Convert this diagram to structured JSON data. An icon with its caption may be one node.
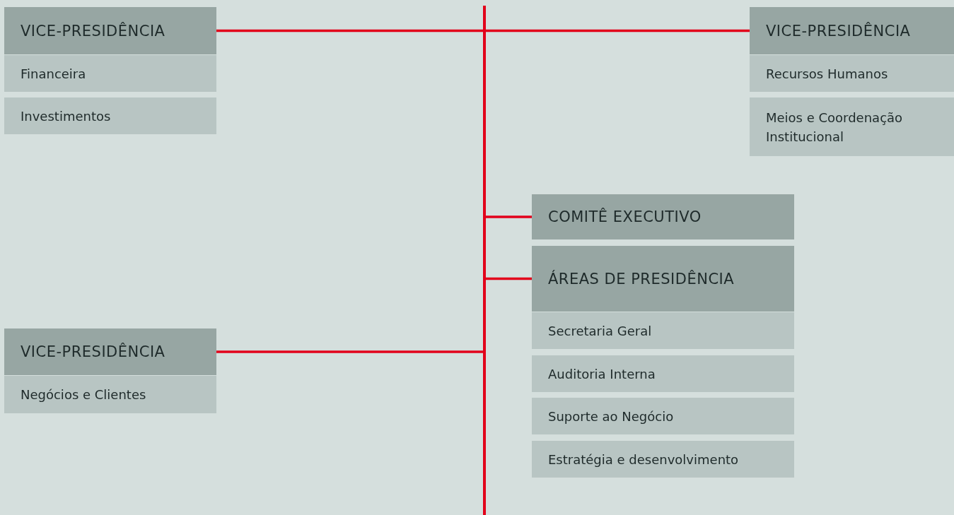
{
  "diagram": {
    "nodes": [
      {
        "text": [
          "VICE-PRESIDÊNCIA"
        ]
      },
      {
        "text": [
          "Financeira"
        ]
      },
      {
        "text": [
          "Investimentos"
        ]
      },
      {
        "text": [
          "VICE-PRESIDÊNCIA"
        ]
      },
      {
        "text": [
          "Recursos Humanos"
        ]
      },
      {
        "text": [
          "Meios e Coordenação Institucional"
        ]
      },
      {
        "text": [],
        "shape": "bar"
      },
      {
        "text": [
          "COMITÊ EXECUTIVO"
        ]
      },
      {
        "text": [
          "ÁREAS DE PRESIDÊNCIA"
        ]
      },
      {
        "text": [
          "Secretaria Geral"
        ]
      },
      {
        "text": [
          "Auditoria Interna"
        ]
      },
      {
        "text": [
          "Suporte ao Negócio"
        ]
      },
      {
        "text": [
          "Estratégia e desenvolvimento"
        ]
      },
      {
        "text": [
          "VICE-PRESIDÊNCIA"
        ]
      },
      {
        "text": [
          "Negócios e Clientes"
        ]
      }
    ],
    "edges": [
      {
        "from": 0,
        "to": 6,
        "arrow": "none"
      },
      {
        "from": 6,
        "to": 3,
        "arrow": "none"
      },
      {
        "from": 6,
        "to": 7,
        "arrow": "none"
      },
      {
        "from": 6,
        "to": 8,
        "arrow": "none"
      },
      {
        "from": 13,
        "to": 6,
        "arrow": "none"
      }
    ]
  }
}
